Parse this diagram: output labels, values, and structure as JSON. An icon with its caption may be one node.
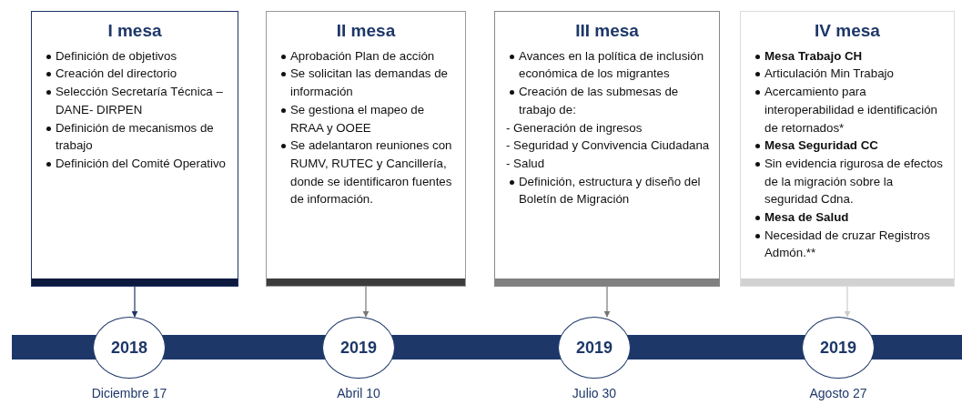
{
  "diagram": {
    "nodes": [
      {
        "text": [
          "I mesa",
          "Definición de objetivos",
          "Creación del directorio",
          "Selección Secretaría Técnica – DANE- DIRPEN",
          "Definición de mecanismos de trabajo",
          "Definición del Comité Operativo"
        ]
      },
      {
        "text": [
          "II mesa",
          "Aprobación Plan de acción",
          "Se solicitan las demandas de información",
          "Se gestiona el mapeo de RRAA y OOEE",
          "Se adelantaron reuniones con RUMV, RUTEC y Cancillería, donde se identificaron fuentes de información."
        ]
      },
      {
        "text": [
          "III mesa",
          "Avances en la política de inclusión económica de los migrantes",
          "Creación de las submesas de trabajo de:",
          "- Generación de ingresos",
          "- Seguridad y Convivencia Ciudadana",
          "- Salud",
          "Definición, estructura y diseño del Boletín de Migración"
        ]
      },
      {
        "text": [
          "IV mesa",
          "**Mesa Trabajo CH**",
          "Articulación Min Trabajo",
          "Acercamiento para interoperabilidad e identificación de retornados*",
          "**Mesa Seguridad CC**",
          "Sin evidencia rigurosa de efectos de la migración sobre la seguridad Cdna.",
          "**Mesa de Salud**",
          "Necesidad de cruzar Registros Admón.**"
        ]
      },
      {
        "text": [
          "2018"
        ],
        "beside": [
          "Diciembre 17"
        ]
      },
      {
        "text": [
          "2019"
        ],
        "beside": [
          "Abril 10"
        ]
      },
      {
        "text": [
          "2019"
        ],
        "beside": [
          "Julio 30"
        ]
      },
      {
        "text": [
          "2019"
        ],
        "beside": [
          "Agosto 27"
        ]
      }
    ],
    "edges": [
      {
        "from": 0,
        "to": 4,
        "arrow": "to",
        "color": "#1f3466"
      },
      {
        "from": 1,
        "to": 5,
        "arrow": "to",
        "color": "#777777"
      },
      {
        "from": 2,
        "to": 6,
        "arrow": "to",
        "color": "#777777"
      },
      {
        "from": 3,
        "to": 7,
        "arrow": "to",
        "color": "#cccccc"
      }
    ]
  }
}
